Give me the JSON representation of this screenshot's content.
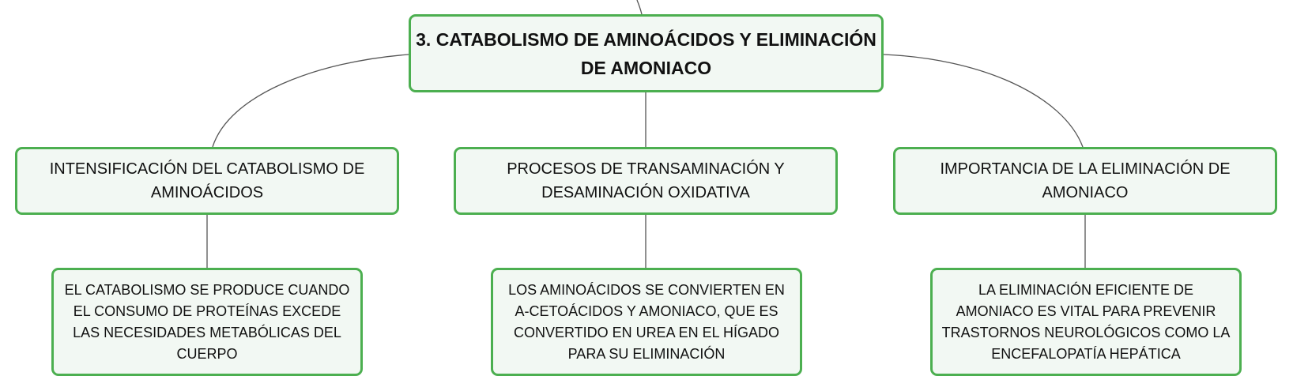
{
  "root": {
    "label": "3. CATABOLISMO DE AMINOÁCIDOS Y ELIMINACIÓN DE AMONIACO"
  },
  "branches": [
    {
      "label": "INTENSIFICACIÓN DEL CATABOLISMO DE AMINOÁCIDOS",
      "detail": "EL CATABOLISMO SE PRODUCE CUANDO EL CONSUMO DE PROTEÍNAS EXCEDE LAS NECESIDADES METABÓLICAS DEL CUERPO"
    },
    {
      "label": "PROCESOS DE TRANSAMINACIÓN Y DESAMINACIÓN OXIDATIVA",
      "detail": "LOS AMINOÁCIDOS SE CONVIERTEN EN Α-CETOÁCIDOS Y AMONIACO, QUE ES CONVERTIDO EN UREA EN EL HÍGADO PARA SU ELIMINACIÓN"
    },
    {
      "label": "IMPORTANCIA DE LA ELIMINACIÓN DE AMONIACO",
      "detail": "LA ELIMINACIÓN EFICIENTE DE AMONIACO ES VITAL PARA PREVENIR TRASTORNOS NEUROLÓGICOS COMO LA ENCEFALOPATÍA HEPÁTICA"
    }
  ],
  "colors": {
    "border": "#4caf50",
    "fill": "#f2f8f3",
    "connector": "#555555"
  }
}
